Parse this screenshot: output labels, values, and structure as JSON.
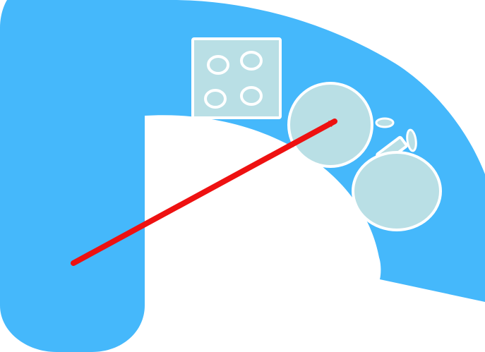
{
  "diagram": {
    "colors": {
      "background": "#ffffff",
      "band": "#45b8fb",
      "component_fill": "#b9dfe5",
      "component_stroke": "#ffffff",
      "arrow": "#ee1111"
    },
    "components": [
      {
        "name": "square-panel-with-four-holes"
      },
      {
        "name": "upper-circular-unit"
      },
      {
        "name": "lower-circular-unit"
      },
      {
        "name": "connector-bar"
      }
    ],
    "arrow": {
      "direction": "toward-upper-circular-unit"
    }
  }
}
